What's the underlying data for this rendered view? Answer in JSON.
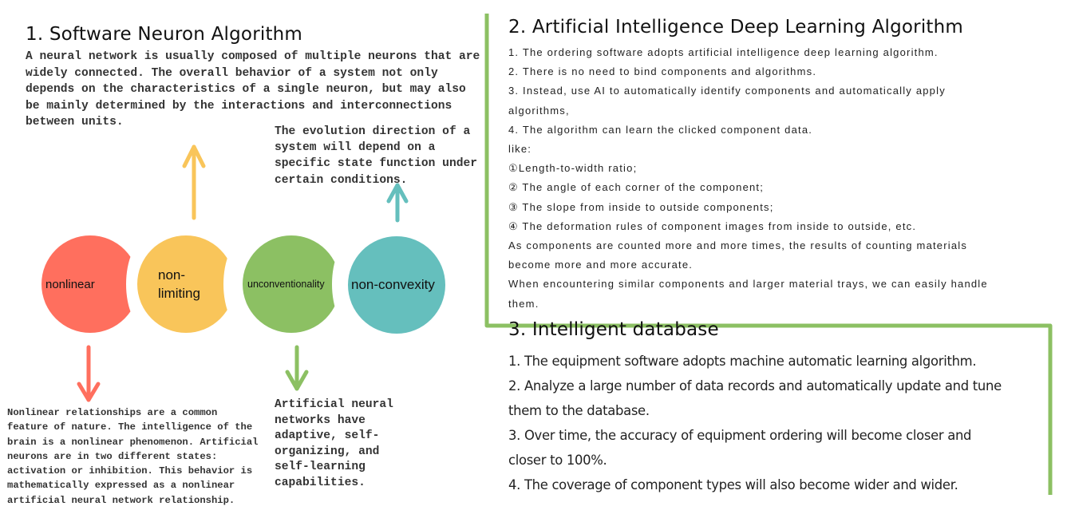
{
  "section1": {
    "title": "1. Software Neuron Algorithm",
    "intro": "A neural network is usually composed of multiple neurons that are widely connected. The overall behavior of a system not only depends on the characteristics of a single neuron, but may also be mainly determined by the interactions and interconnections between units.",
    "evolution_note": "The evolution direction of a system will depend on a specific state function under certain conditions.",
    "circles": [
      {
        "label": "nonlinear",
        "color": "#FF6F5E"
      },
      {
        "label": "non-limiting",
        "color": "#F9C55A"
      },
      {
        "label": "unconventionality",
        "color": "#8CC063"
      },
      {
        "label": "non-convexity",
        "color": "#65BFBD"
      }
    ],
    "nonlinear_note": "Nonlinear relationships are a common feature of nature. The intelligence of the brain is a nonlinear phenomenon. Artificial neurons are in two different states: activation or inhibition. This behavior is mathematically expressed as a nonlinear artificial neural network relationship.",
    "ann_note": "Artificial neural networks have adaptive, self-organizing, and self-learning capabilities."
  },
  "section2": {
    "title": "2. Artificial Intelligence Deep Learning Algorithm",
    "lines": [
      "1. The ordering software adopts artificial intelligence deep learning algorithm.",
      "2. There is no need to bind components and algorithms.",
      "3. Instead, use AI to automatically identify components and automatically apply",
      "algorithms,",
      "4. The algorithm can learn the clicked component data.",
      "like:",
      "①Length-to-width ratio;",
      "② The angle of each corner of the component;",
      "③ The slope from inside to outside components;",
      "④ The deformation rules of component images from inside to outside, etc.",
      "As components are counted more and more times, the results of counting materials",
      "become more and more accurate.",
      "When encountering similar components and larger material trays, we can easily handle",
      "them."
    ]
  },
  "section3": {
    "title": "3. Intelligent database",
    "lines": [
      "1. The equipment software adopts machine automatic learning algorithm.",
      "2. Analyze a large number of data records and automatically update and tune",
      "them to the database.",
      "3. Over time, the accuracy of equipment ordering will become closer and",
      "closer to 100%.",
      "4. The coverage of component types will also become wider and wider."
    ]
  },
  "colors": {
    "frame_green": "#8CC063",
    "arrow_yellow": "#F9C55A",
    "arrow_teal": "#65BFBD",
    "arrow_red": "#FF6F5E",
    "arrow_green": "#8CC063"
  }
}
